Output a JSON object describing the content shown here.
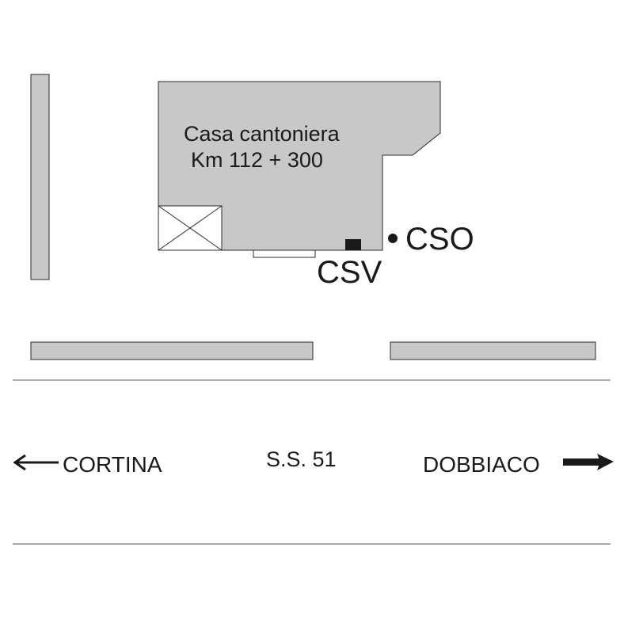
{
  "building": {
    "name_line1": "Casa cantoniera",
    "name_line2": "Km 112 + 300"
  },
  "markers": {
    "cso_label": "CSO",
    "csv_label": "CSV"
  },
  "road": {
    "name": "S.S. 51",
    "left_destination": "CORTINA",
    "right_destination": "DOBBIACO"
  },
  "colors": {
    "structure_fill": "#c8c8c8",
    "outline": "#2a2a2a",
    "marker": "#1a1a1a",
    "road_line": "#555555"
  }
}
